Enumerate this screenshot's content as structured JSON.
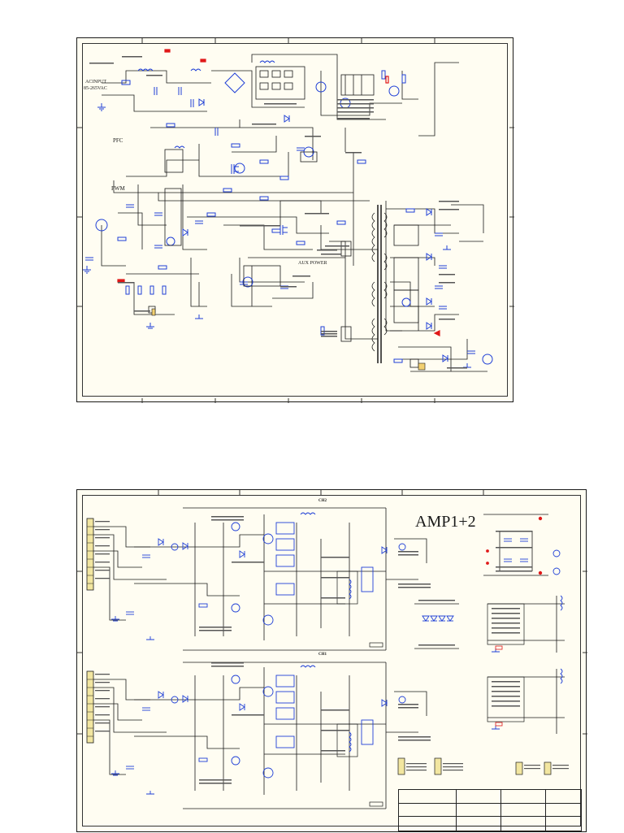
{
  "power_supply": {
    "labels": {
      "acinput": "ACINPUT",
      "acrange": "85-265VAC",
      "pfc": "PFC",
      "pwm": "PWM",
      "aux": "AUX POWER"
    }
  },
  "amplifier": {
    "title": "AMP1+2",
    "channel_top": "CH2",
    "channel_bottom": "CH1"
  },
  "colors": {
    "wire": "#1a1a1a",
    "component": "#1f3fd6",
    "highlight": "#e01818",
    "paper": "#fffdf2"
  }
}
